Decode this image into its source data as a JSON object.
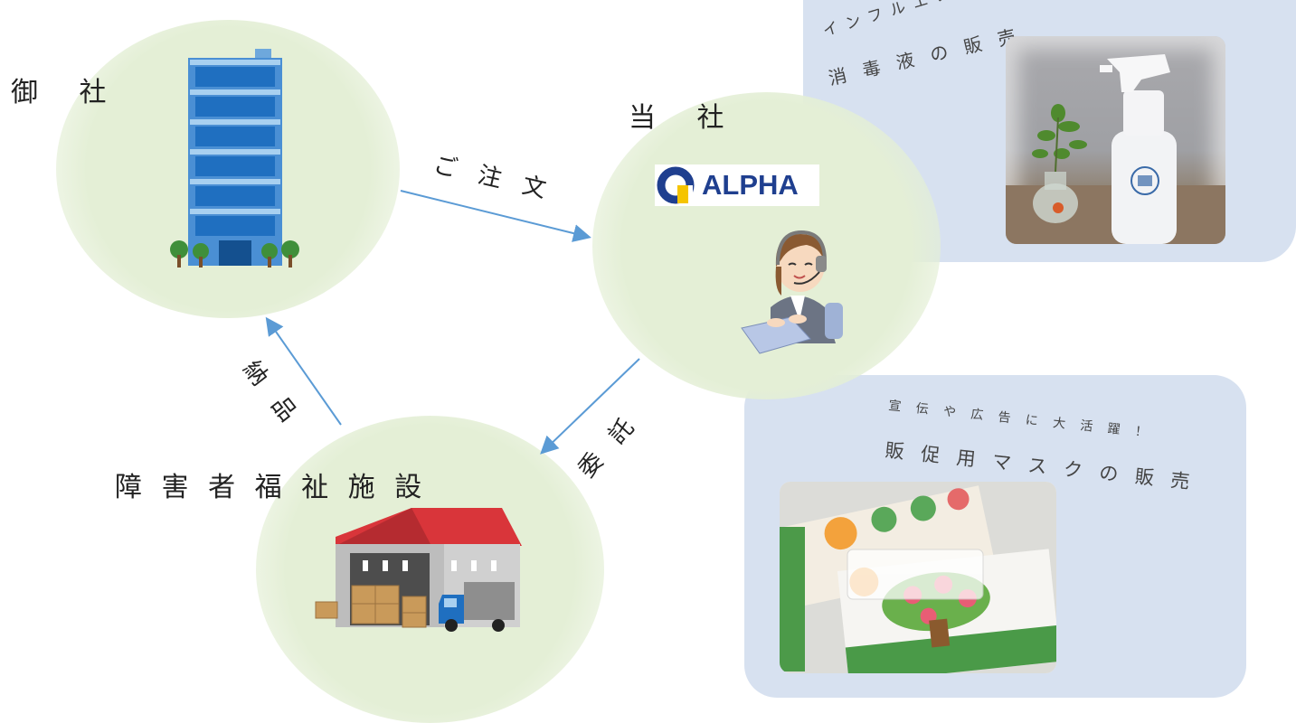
{
  "nodes": {
    "client": {
      "label": "御 社"
    },
    "company": {
      "label": "当 社",
      "logo_text": "ALPHA"
    },
    "facility": {
      "label": "障 害 者 福 祉 施 設"
    }
  },
  "arrows": {
    "order": {
      "label": "ご 注 文"
    },
    "outsource": {
      "label": "委 託"
    },
    "delivery": {
      "label": "納 品"
    }
  },
  "promo_top": {
    "line1": "インフルエンザ・ノロウイ",
    "line2": "消 毒 液 の 販 売"
  },
  "promo_bottom": {
    "line1": "宣 伝 や 広 告 に 大 活 躍 ！",
    "line2": "販 促 用 マ ス ク の 販 売"
  },
  "colors": {
    "circle": "#e4efd6",
    "arrow": "#5b9bd5",
    "panel": "#d7e1f0",
    "logo_blue": "#1f3f8f",
    "logo_yellow": "#f5c400"
  }
}
